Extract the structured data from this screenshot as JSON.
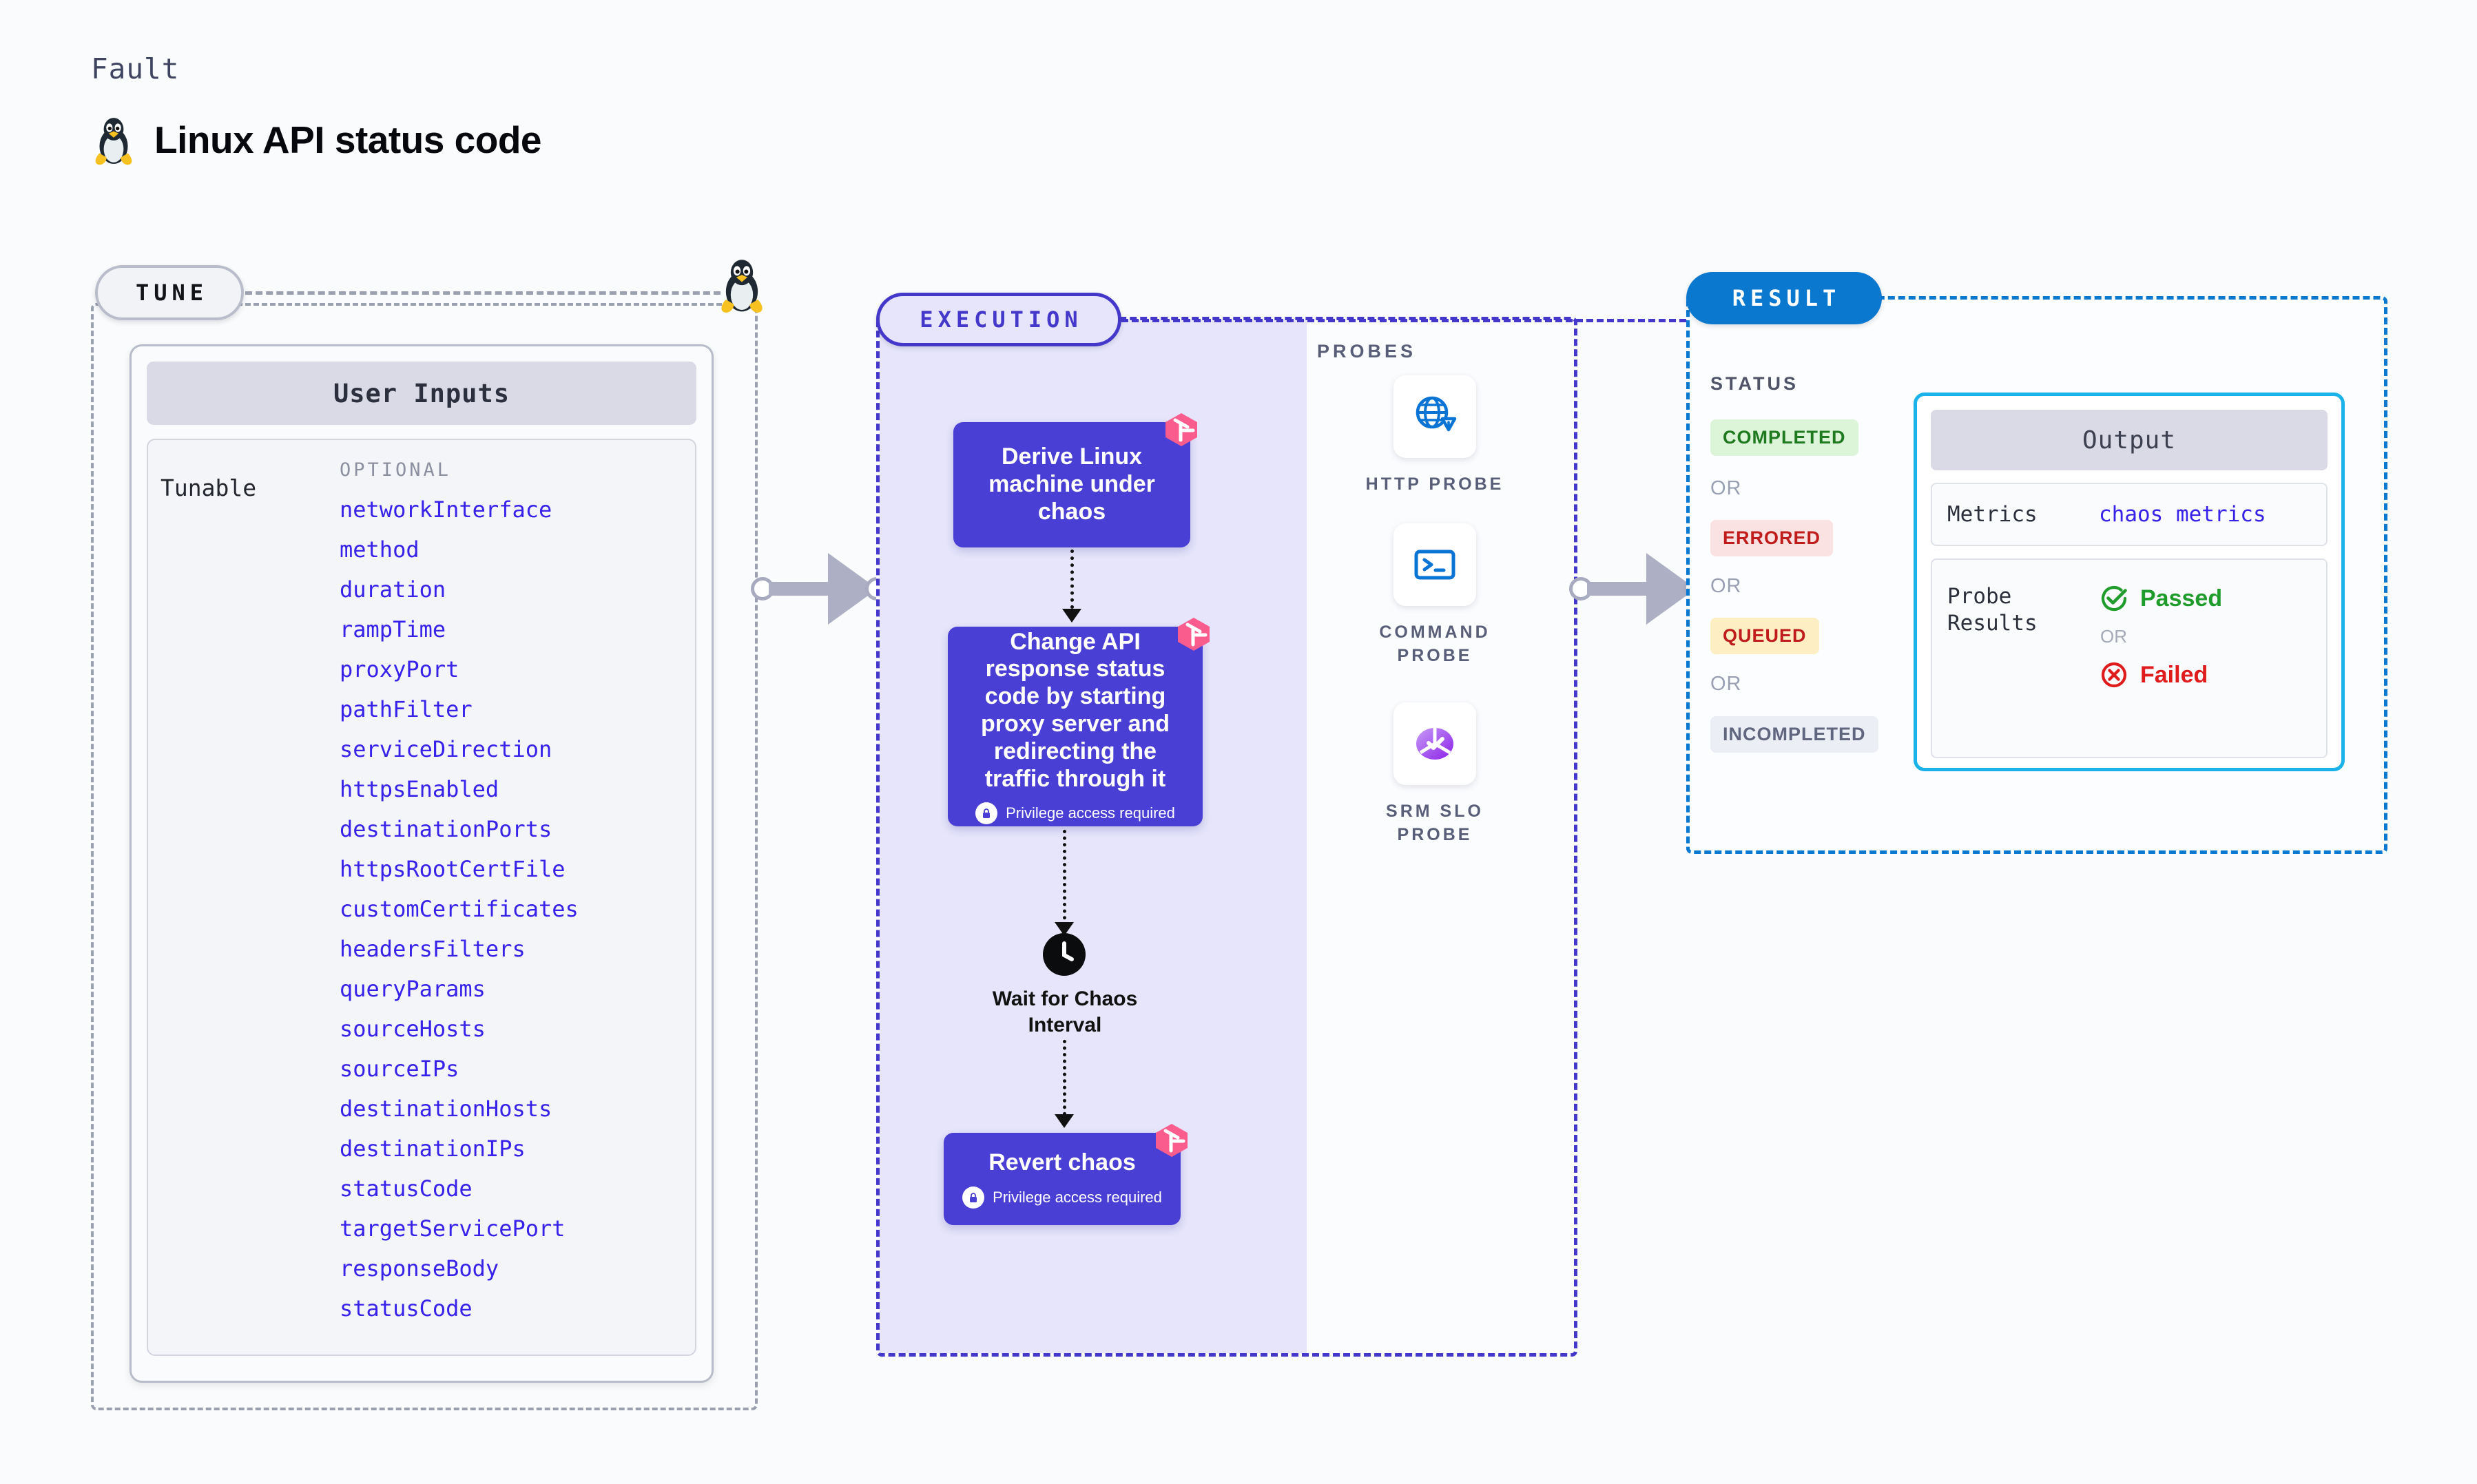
{
  "header": {
    "fault_label": "Fault",
    "title": "Linux API status code",
    "penguin_icon": "linux-penguin-icon"
  },
  "tune": {
    "pill_label": "TUNE",
    "penguin_icon": "linux-penguin-icon",
    "user_inputs": {
      "header": "User Inputs",
      "group_label": "Tunable",
      "optional_label": "OPTIONAL",
      "items": [
        "networkInterface",
        "method",
        "duration",
        "rampTime",
        "proxyPort",
        "pathFilter",
        "serviceDirection",
        "httpsEnabled",
        "destinationPorts",
        "httpsRootCertFile",
        "customCertificates",
        "headersFilters",
        "queryParams",
        "sourceHosts",
        "sourceIPs",
        "destinationHosts",
        "destinationIPs",
        "statusCode",
        "targetServicePort",
        "responseBody",
        "statusCode"
      ]
    }
  },
  "execution": {
    "pill_label": "EXECUTION",
    "nodes": [
      {
        "id": "derive",
        "title": "Derive Linux machine under chaos",
        "privilege_note": null,
        "logo_badge": "harness-logo-icon"
      },
      {
        "id": "change",
        "title": "Change API response status code by starting proxy server and redirecting the traffic through it",
        "privilege_note": "Privilege access required",
        "logo_badge": "harness-logo-icon"
      },
      {
        "id": "wait",
        "title": "Wait for Chaos Interval",
        "icon": "clock-icon"
      },
      {
        "id": "revert",
        "title": "Revert chaos",
        "privilege_note": "Privilege access required",
        "logo_badge": "harness-logo-icon"
      }
    ],
    "probes": {
      "label": "PROBES",
      "items": [
        {
          "label": "HTTP PROBE",
          "icon": "globe-warning-icon"
        },
        {
          "label": "COMMAND PROBE",
          "icon": "terminal-icon"
        },
        {
          "label": "SRM SLO PROBE",
          "icon": "srm-slo-icon"
        }
      ]
    }
  },
  "result": {
    "pill_label": "RESULT",
    "status_label": "STATUS",
    "or_label": "OR",
    "statuses": [
      {
        "label": "COMPLETED",
        "bg": "#dcf5d9",
        "fg": "#1f7a1f"
      },
      {
        "label": "ERRORED",
        "bg": "#fbe2e2",
        "fg": "#c01c1c"
      },
      {
        "label": "QUEUED",
        "bg": "#fdeec3",
        "fg": "#c01c1c"
      },
      {
        "label": "INCOMPLETED",
        "bg": "#eceef5",
        "fg": "#5f667e"
      }
    ],
    "output": {
      "header": "Output",
      "metrics_key": "Metrics",
      "metrics_value": "chaos metrics",
      "probe_results_key": "Probe Results",
      "passed_label": "Passed",
      "or_label": "OR",
      "failed_label": "Failed",
      "passed_icon": "check-circle-icon",
      "failed_icon": "x-circle-icon"
    }
  },
  "colors": {
    "accent_purple": "#4338ca",
    "node_purple": "#4a3fd4",
    "result_blue": "#0b78d0",
    "output_cyan": "#1ab2e8",
    "tune_gray": "#9aa0b0",
    "param_blue": "#3722ea",
    "pink_logo": "#fa5c8e"
  }
}
